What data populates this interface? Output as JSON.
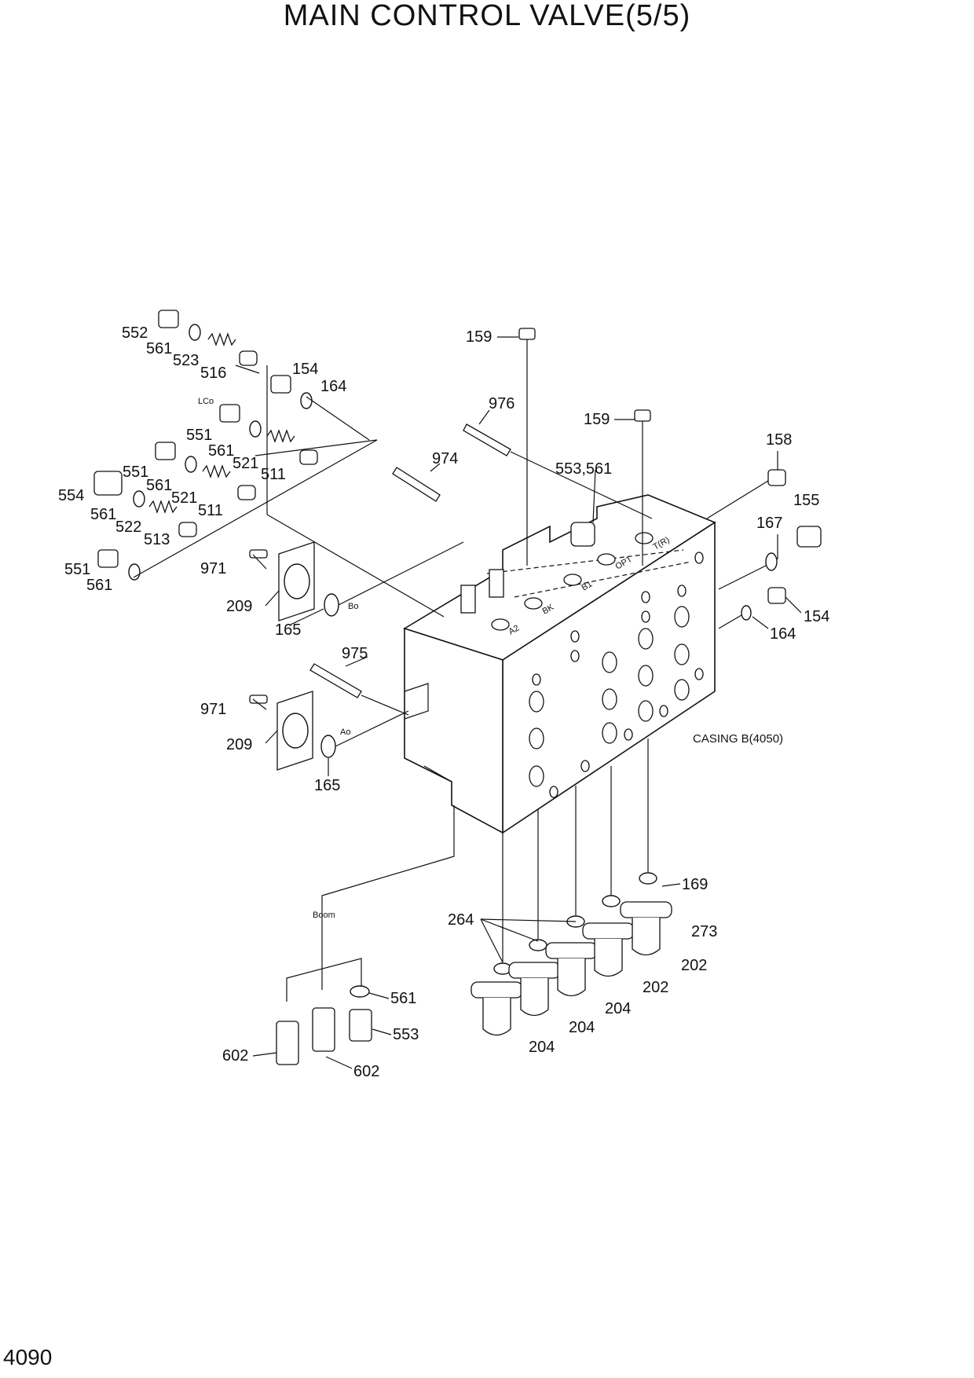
{
  "title": "MAIN CONTROL VALVE(5/5)",
  "page_number": "4090",
  "casing_note": "CASING B(4050)",
  "port_marks": {
    "lco": "LCo",
    "bo": "Bo",
    "ao": "Ao",
    "boom": "Boom",
    "a2": "A2",
    "bk": "BK",
    "b1": "B1",
    "opt": "OPT",
    "tr": "T(R)"
  },
  "callouts": {
    "c552": "552",
    "c561a": "561",
    "c523": "523",
    "c516": "516",
    "c154a": "154",
    "c164a": "164",
    "c551a": "551",
    "c561b": "561",
    "c521a": "521",
    "c511a": "511",
    "c551b": "551",
    "c561c": "561",
    "c521b": "521",
    "c511b": "511",
    "c554": "554",
    "c561d": "561",
    "c522": "522",
    "c513": "513",
    "c551c": "551",
    "c561e": "561",
    "c971a": "971",
    "c209a": "209",
    "c165a": "165",
    "c159a": "159",
    "c976": "976",
    "c974": "974",
    "c159b": "159",
    "c553561": "553,561",
    "c158": "158",
    "c155": "155",
    "c167": "167",
    "c154b": "154",
    "c164b": "164",
    "c975": "975",
    "c971b": "971",
    "c209b": "209",
    "c165b": "165",
    "c169": "169",
    "c264": "264",
    "c273": "273",
    "c202a": "202",
    "c202b": "202",
    "c204a": "204",
    "c204b": "204",
    "c204c": "204",
    "c561f": "561",
    "c553": "553",
    "c602a": "602",
    "c602b": "602"
  }
}
